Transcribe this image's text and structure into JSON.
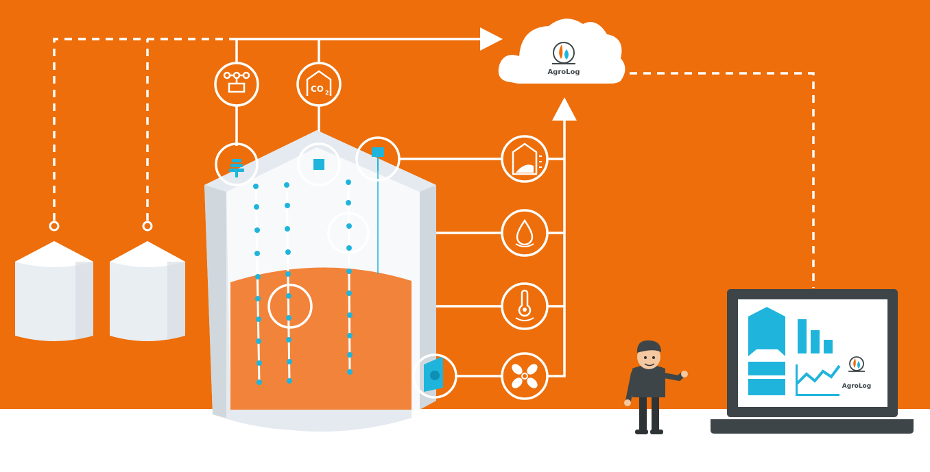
{
  "colors": {
    "background": "#ED6E0A",
    "ground": "#FFFFFF",
    "grain": "#F2833A",
    "sensor": "#1FB4DC",
    "line": "#FFFFFF",
    "laptop": "#3D4549",
    "person_shirt": "#2E3436"
  },
  "cloud": {
    "brand": "AgroLog",
    "logo_icon": "agrolog-flame-drop-icon"
  },
  "laptop": {
    "brand": "AgroLog",
    "logo_icon": "agrolog-flame-drop-icon"
  },
  "sensor_nodes": [
    {
      "icon": "weather-station-icon"
    },
    {
      "icon": "co2-icon"
    },
    {
      "icon": "grain-level-icon"
    },
    {
      "icon": "moisture-icon"
    },
    {
      "icon": "temperature-icon"
    },
    {
      "icon": "fan-icon"
    }
  ],
  "labels": {
    "co2_main": "CO",
    "co2_sub": "2"
  }
}
